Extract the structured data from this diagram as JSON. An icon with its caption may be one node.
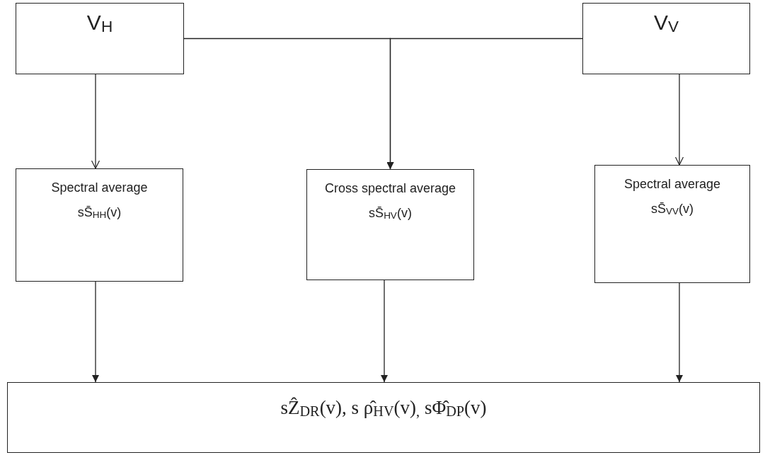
{
  "diagram": {
    "nodes": [
      {
        "text": [
          "V$_{H}$"
        ]
      },
      {
        "text": [
          "V$_{V}$"
        ]
      },
      {
        "text": [
          "Spectral average",
          "sS̄$_{HH}$(v)"
        ]
      },
      {
        "text": [
          "Cross spectral average",
          "sS̄$_{HV}$(v)"
        ]
      },
      {
        "text": [
          "Spectral average",
          "sS̄$_{VV}$(v)"
        ]
      },
      {
        "text": [
          "sẐ$_{DR}$(v), s ρ̂$_{HV}$(v)$_{,}$ sΦ̂$_{DP}$(v)"
        ]
      }
    ],
    "edges": [
      {
        "from": 0,
        "to": 3,
        "arrow": "to"
      },
      {
        "from": 1,
        "to": 3,
        "arrow": "to"
      },
      {
        "from": 0,
        "to": 2,
        "arrow": "to"
      },
      {
        "from": 1,
        "to": 4,
        "arrow": "to"
      },
      {
        "from": 2,
        "to": 5,
        "arrow": "to"
      },
      {
        "from": 3,
        "to": 5,
        "arrow": "to"
      },
      {
        "from": 4,
        "to": 5,
        "arrow": "to"
      }
    ]
  }
}
